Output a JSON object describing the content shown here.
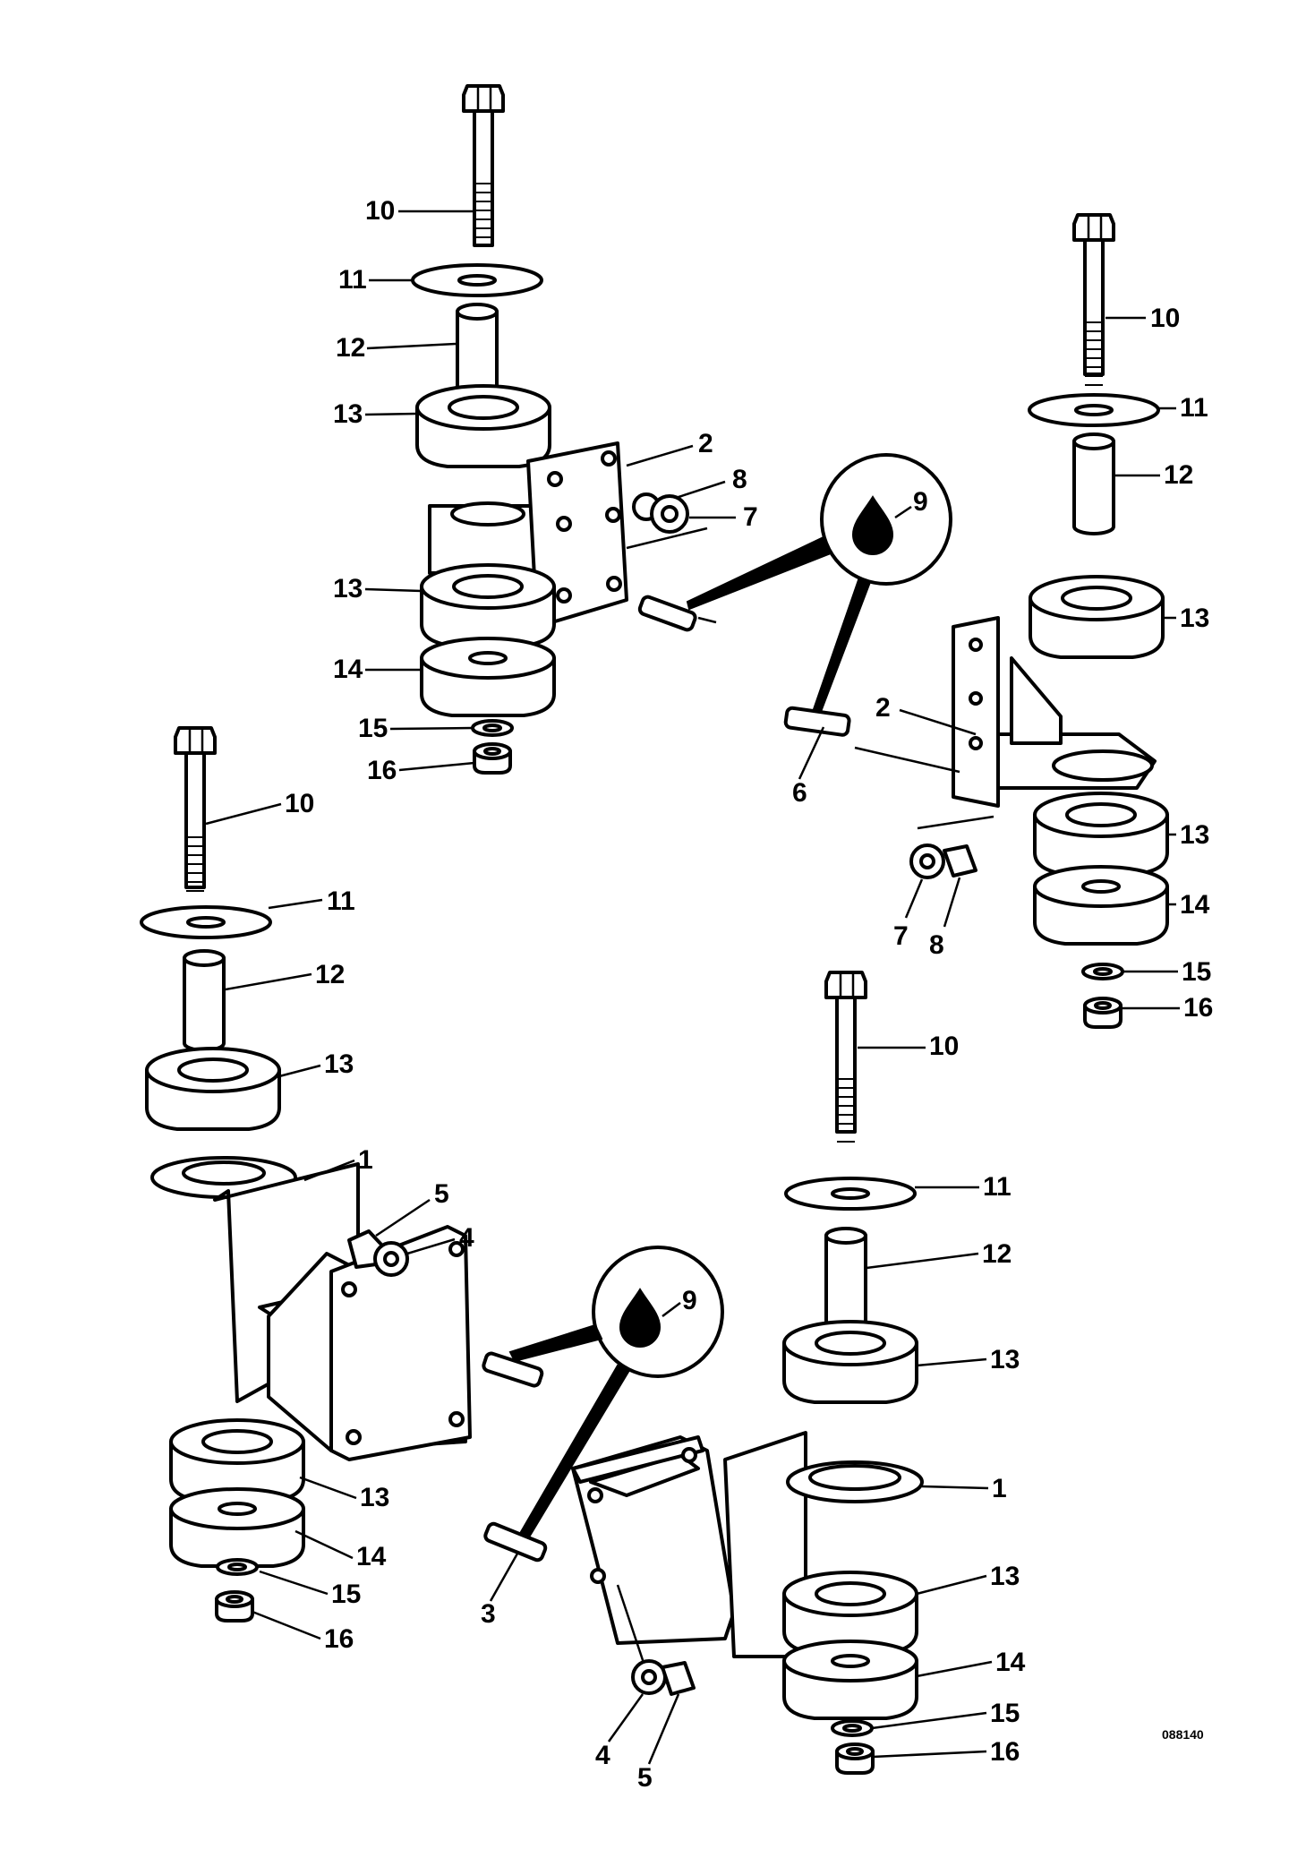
{
  "diagram": {
    "reference_code": "088140",
    "labels": {
      "mount_top_left": {
        "bolt": "10",
        "washer": "11",
        "sleeve": "12",
        "upper_rubber": "13",
        "bracket": "2",
        "nut": "8",
        "spring_washer": "7",
        "lower_rubber": "13",
        "lower_cushion": "14",
        "small_washer": "15",
        "lock_nut": "16"
      },
      "sealant_top": "9",
      "stud_top": "6",
      "mount_top_right": {
        "bolt": "10",
        "washer": "11",
        "sleeve": "12",
        "upper_rubber": "13",
        "bracket": "2",
        "lower_rubber": "13",
        "lower_cushion": "14",
        "small_washer": "15",
        "lock_nut": "16",
        "spring_washer": "7",
        "nut": "8"
      },
      "mount_bottom_left": {
        "bolt": "10",
        "washer": "11",
        "sleeve": "12",
        "upper_rubber": "13",
        "bracket": "1",
        "nut": "5",
        "spring_washer": "4",
        "lower_rubber": "13",
        "lower_cushion": "14",
        "small_washer": "15",
        "lock_nut": "16"
      },
      "sealant_bottom": "9",
      "stud_bottom": "3",
      "mount_bottom_right": {
        "bolt": "10",
        "washer": "11",
        "sleeve": "12",
        "upper_rubber": "13",
        "bracket": "1",
        "lower_rubber": "13",
        "lower_cushion": "14",
        "small_washer": "15",
        "lock_nut": "16",
        "spring_washer": "4",
        "nut": "5"
      }
    }
  }
}
